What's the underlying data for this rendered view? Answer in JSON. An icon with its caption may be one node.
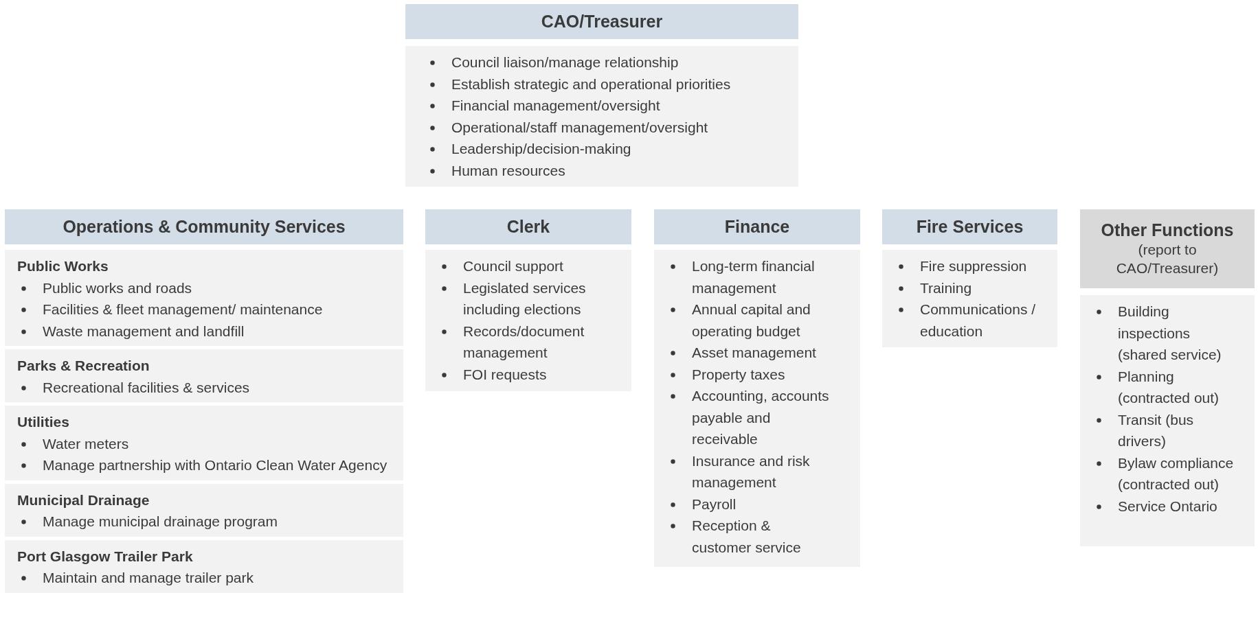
{
  "diagram": {
    "nodes": [
      {
        "text": [
          "CAO/Treasurer"
        ]
      },
      {
        "text": [
          "Council liaison/manage relationship",
          "Establish strategic and operational priorities",
          "Financial management/oversight",
          "Operational/staff management/oversight",
          "Leadership/decision-making",
          "Human resources"
        ]
      },
      {
        "text": [
          "Operations & Community Services"
        ]
      },
      {
        "text": [
          "Public Works",
          "Public works and roads",
          "Facilities & fleet management/ maintenance",
          "Waste management and landfill"
        ]
      },
      {
        "text": [
          "Parks & Recreation",
          "Recreational facilities & services"
        ]
      },
      {
        "text": [
          "Utilities",
          "Water meters",
          "Manage partnership with Ontario Clean Water Agency"
        ]
      },
      {
        "text": [
          "Municipal Drainage",
          "Manage municipal drainage program"
        ]
      },
      {
        "text": [
          "Port Glasgow Trailer Park",
          "Maintain and manage trailer park"
        ]
      },
      {
        "text": [
          "Clerk"
        ]
      },
      {
        "text": [
          "Council support",
          "Legislated services including elections",
          "Records/document management",
          "FOI requests"
        ]
      },
      {
        "text": [
          "Finance"
        ]
      },
      {
        "text": [
          "Long-term financial management",
          "Annual capital and operating budget",
          "Asset management",
          "Property taxes",
          "Accounting, accounts payable and receivable",
          "Insurance and risk management",
          "Payroll",
          "Reception & customer service"
        ]
      },
      {
        "text": [
          "Fire Services"
        ]
      },
      {
        "text": [
          "Fire suppression",
          "Training",
          "Communications / education"
        ]
      },
      {
        "text": [
          "Other Functions",
          "(report to CAO/Treasurer)"
        ]
      },
      {
        "text": [
          "Building inspections (shared service)",
          "Planning (contracted out)",
          "Transit (bus drivers)",
          "Bylaw compliance (contracted out)",
          "Service Ontario"
        ]
      }
    ]
  }
}
